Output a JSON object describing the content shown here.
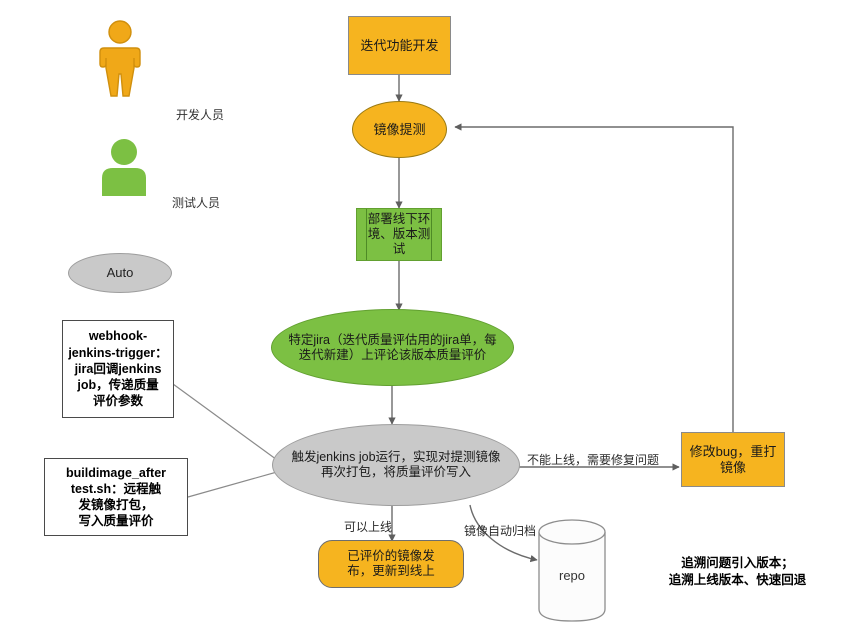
{
  "diagram": {
    "title_hidden": "",
    "colors": {
      "orange": "#f6b41f",
      "green": "#7cc043",
      "gray": "#c9c9c9",
      "edge": "#6b6b6b",
      "note_border": "#4a4a4a"
    },
    "actors": [
      {
        "name": "developer",
        "label": "开发人员",
        "icon": "person-standing-icon",
        "color": "#f0a818"
      },
      {
        "name": "tester",
        "label": "测试人员",
        "icon": "person-bust-icon",
        "color": "#7cc043"
      }
    ],
    "legend": {
      "auto_label": "Auto",
      "icon": "ellipse-shape"
    },
    "nodes": {
      "feature_dev": "迭代功能开发",
      "image_submit": "镜像提测",
      "deploy_offline": "部署线下环\n境、版本测\n试",
      "jira_comment": "特定jira（迭代质量评估用的jira单，每\n迭代新建）上评论该版本质量评价",
      "jenkins_job": "触发jenkins job运行，实现对提测镜像\n再次打包，将质量评价写入",
      "fix_bug": "修改bug，重打\n镜像",
      "release": "已评价的镜像发\n布，更新到线上",
      "repo": "repo"
    },
    "notes": {
      "webhook": "webhook-\njenkins-trigger：\njira回调jenkins\njob，传递质量\n评价参数",
      "buildimage": "buildimage_after\ntest.sh：远程触\n发镜像打包，\n写入质量评价",
      "traceability": "追溯问题引入版本；\n追溯上线版本、快速回退"
    },
    "edge_labels": {
      "cannot_release": "不能上线，需要修复问题",
      "can_release": "可以上线",
      "archive": "镜像自动归档"
    }
  }
}
